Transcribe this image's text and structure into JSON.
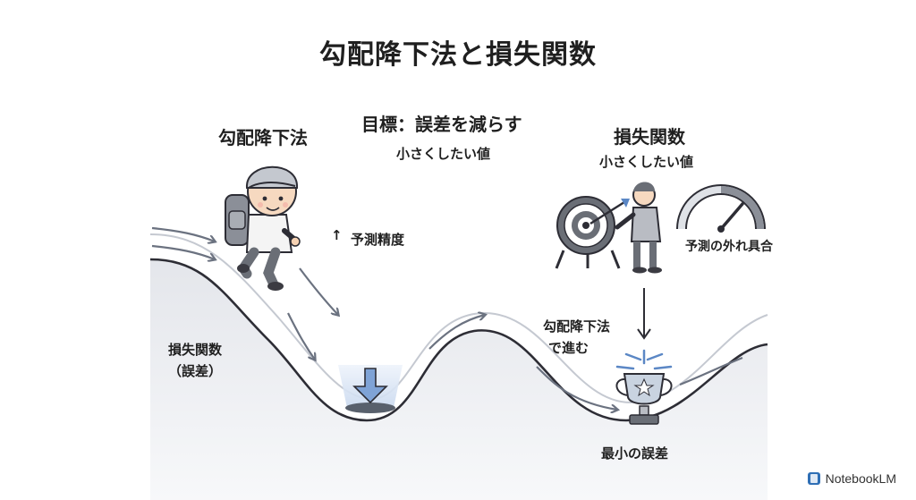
{
  "title": "勾配降下法と損失関数",
  "left_character": {
    "label": "勾配降下法"
  },
  "goal": {
    "title": "目標：誤差を減らす",
    "subtitle": "小さくしたい値"
  },
  "precision": {
    "arrow": "↑",
    "label": "予測精度"
  },
  "right_panel": {
    "title": "損失関数",
    "subtitle": "小さくしたい値",
    "gauge_label": "予測の外れ具合"
  },
  "curve_label": {
    "line1": "損失関数",
    "line2": "（誤差）"
  },
  "step_label": {
    "line1": "勾配降下法",
    "line2": "で進む"
  },
  "minimum_label": "最小の誤差",
  "branding": {
    "text": "NotebookLM"
  },
  "colors": {
    "accent_blue": "#5b87c5",
    "gray_surface": "#e6e8ed",
    "arrow_gray": "#6b7280",
    "line_dark": "#2d2d35"
  },
  "icons": [
    "hiker-character",
    "down-arrow-icon",
    "target-icon",
    "dart-icon",
    "person-icon",
    "gauge-icon",
    "trophy-icon",
    "notebook-icon"
  ]
}
